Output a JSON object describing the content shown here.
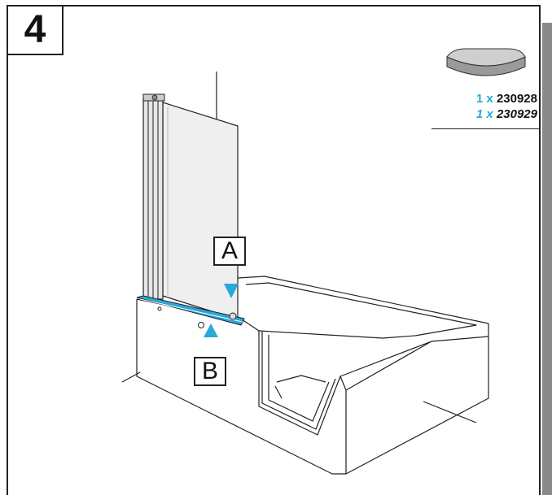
{
  "step": {
    "number": "4"
  },
  "parts": [
    {
      "qty": "1 x",
      "code": "230928",
      "italic": false
    },
    {
      "qty": "1 x",
      "code": "230929",
      "italic": true
    }
  ],
  "labels": {
    "a": "A",
    "b": "B"
  },
  "colors": {
    "accent": "#28a9d9",
    "line": "#222222",
    "frame_bar": "#8a8a8a"
  }
}
